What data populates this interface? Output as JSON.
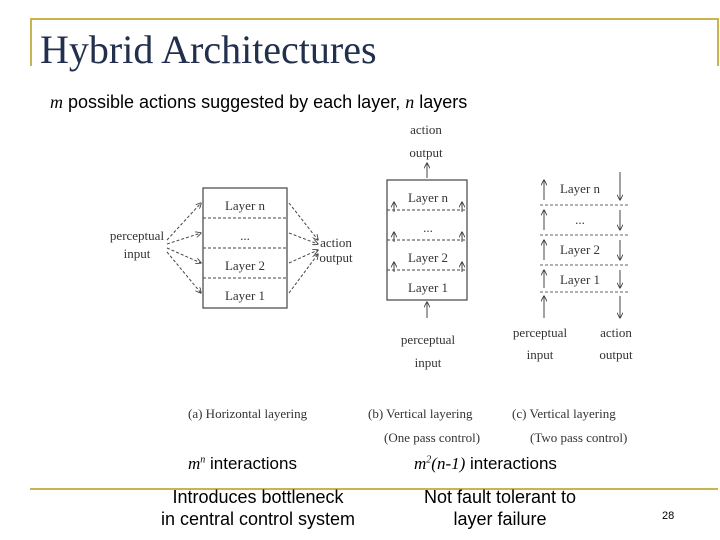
{
  "slide": {
    "title": "Hybrid Architectures",
    "subtitle_m": "m",
    "subtitle_mid": " possible actions suggested by each layer, ",
    "subtitle_n": "n",
    "subtitle_end": " layers",
    "page_number": "28"
  },
  "diagram": {
    "horizontal": {
      "layers": [
        "Layer n",
        "...",
        "Layer 2",
        "Layer 1"
      ],
      "input_line1": "perceptual",
      "input_line2": "input",
      "output_line1": "action",
      "output_line2": "output",
      "caption": "(a) Horizontal layering"
    },
    "vertical_one_pass": {
      "layers": [
        "Layer n",
        "...",
        "Layer 2",
        "Layer 1"
      ],
      "top_line1": "action",
      "top_line2": "output",
      "bottom_line1": "perceptual",
      "bottom_line2": "input",
      "caption_line1": "(b) Vertical layering",
      "caption_line2": "(One pass control)"
    },
    "vertical_two_pass": {
      "layers": [
        "Layer n",
        "...",
        "Layer 2",
        "Layer 1"
      ],
      "input_line1": "perceptual",
      "input_line2": "input",
      "output_line1": "action",
      "output_line2": "output",
      "caption_line1": "(c) Vertical layering",
      "caption_line2": "(Two pass control)"
    }
  },
  "interactions": {
    "left_math": "m",
    "left_sup": "n",
    "left_label": " interactions",
    "right_math": "m",
    "right_sup": "2",
    "right_paren": "(n-1)",
    "right_label": " interactions"
  },
  "notes": {
    "left_line1": "Introduces bottleneck",
    "left_line2": "in central control system",
    "right_line1": "Not fault tolerant to",
    "right_line2": "layer failure"
  }
}
